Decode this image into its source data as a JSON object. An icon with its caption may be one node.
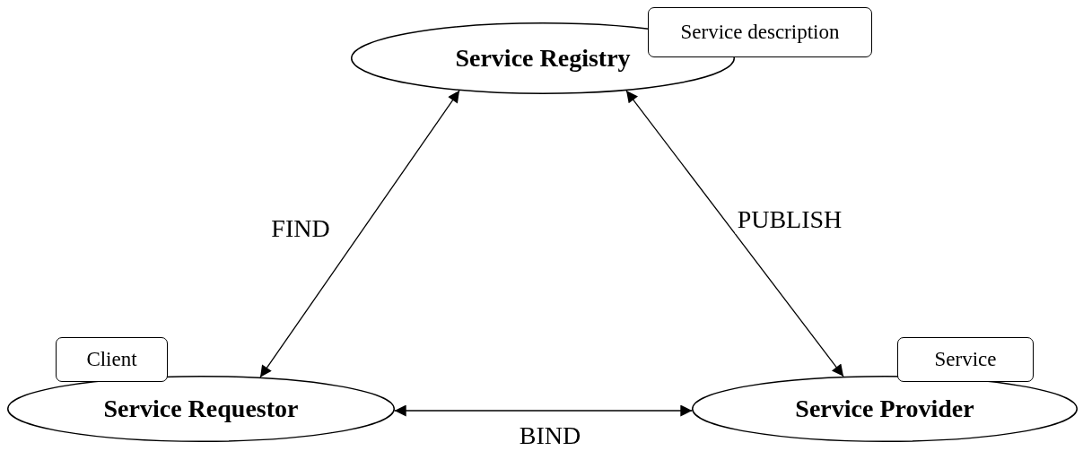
{
  "diagram": {
    "nodes": [
      {
        "text": [
          "Service Registry"
        ]
      },
      {
        "text": [
          "Service description"
        ]
      },
      {
        "text": [
          "Service Requestor"
        ]
      },
      {
        "text": [
          "Client"
        ]
      },
      {
        "text": [
          "Service Provider"
        ]
      },
      {
        "text": [
          "Service"
        ]
      }
    ],
    "edges": [
      {
        "from": 2,
        "to": 0,
        "arrow": "both",
        "label": "FIND"
      },
      {
        "from": 0,
        "to": 4,
        "arrow": "both",
        "label": "PUBLISH"
      },
      {
        "from": 2,
        "to": 4,
        "arrow": "both",
        "label": "BIND"
      }
    ]
  }
}
